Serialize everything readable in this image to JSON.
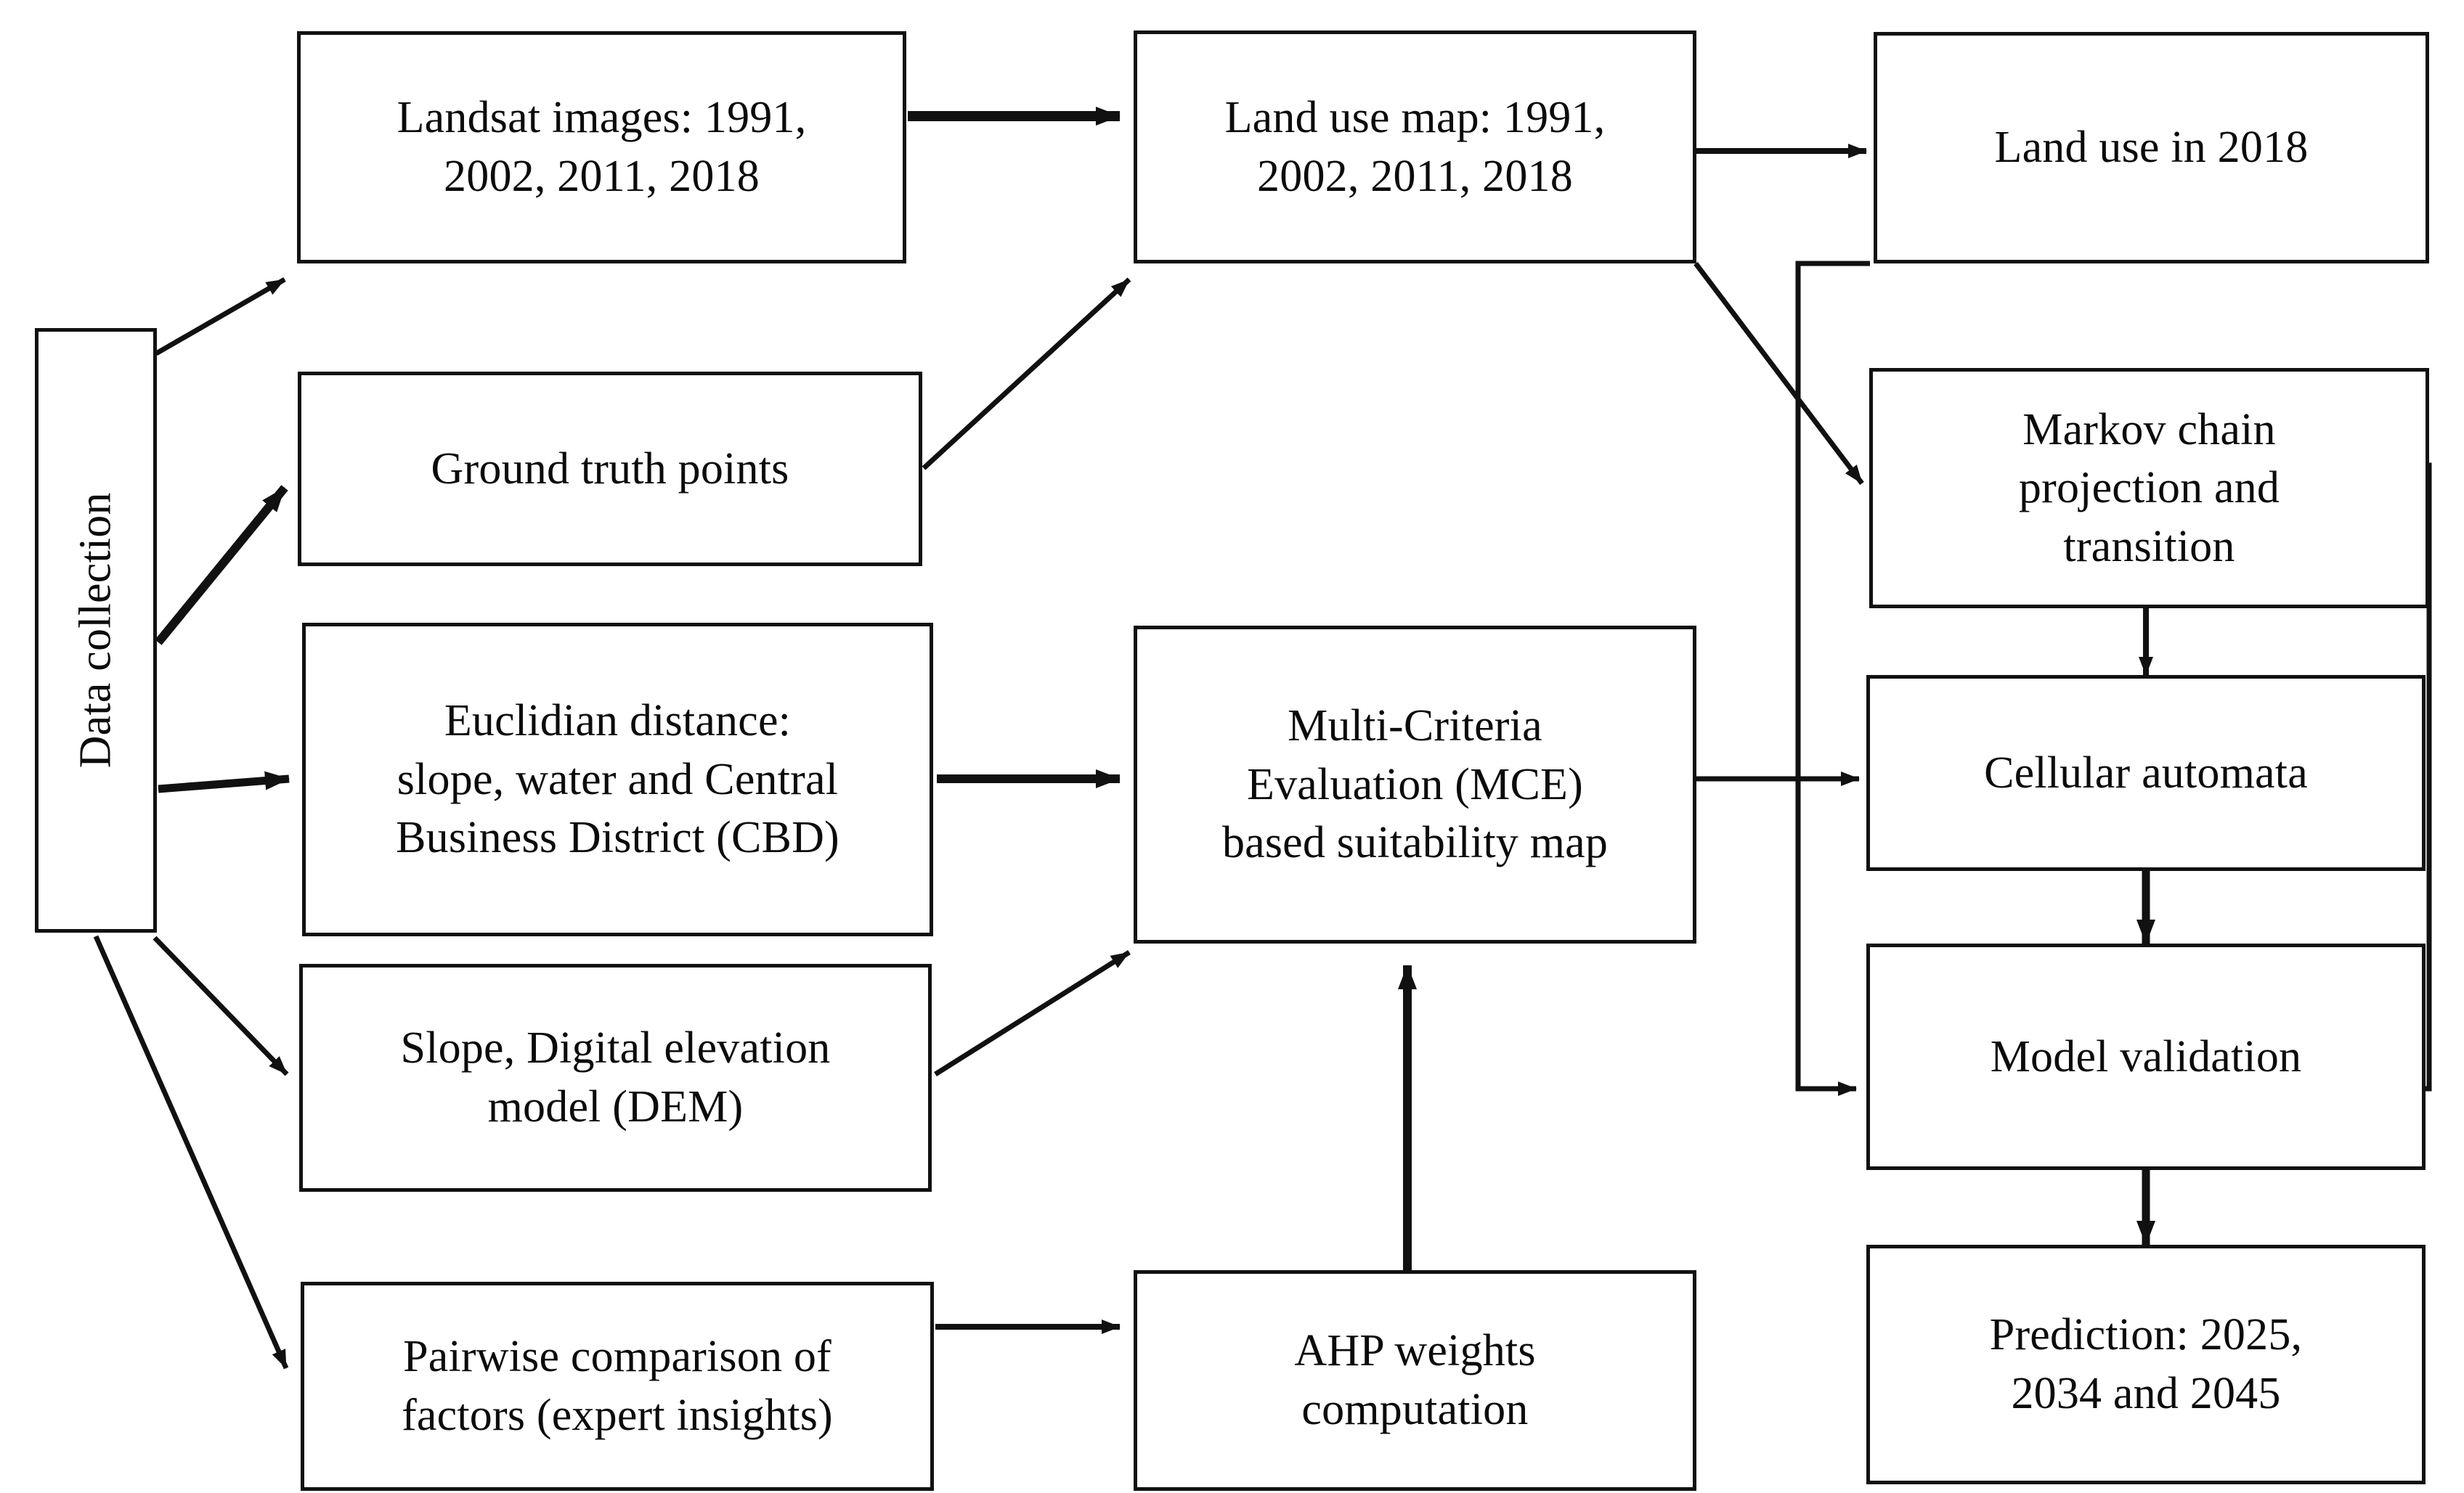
{
  "diagram": {
    "type": "flowchart",
    "title": "Land use change modelling methodology flowchart",
    "background_color": "#ffffff",
    "line_color": "#111111",
    "text_color": "#0b0b0b"
  },
  "nodes": {
    "data_collection": {
      "label": "Data collection",
      "orientation": "vertical"
    },
    "landsat_images": {
      "label": "Landsat images: 1991,\n2002, 2011, 2018"
    },
    "ground_truth_points": {
      "label": "Ground truth points"
    },
    "euclidian_distance": {
      "label": "Euclidian distance:\nslope, water and Central\nBusiness District (CBD)"
    },
    "slope_dem": {
      "label": "Slope, Digital elevation\nmodel (DEM)"
    },
    "pairwise_comparison": {
      "label": "Pairwise comparison of\nfactors (expert insights)"
    },
    "land_use_map": {
      "label": "Land use map:  1991,\n2002, 2011, 2018"
    },
    "mce_suitability_map": {
      "label": "Multi-Criteria\nEvaluation (MCE)\nbased suitability map"
    },
    "ahp_weights": {
      "label": "AHP weights\ncomputation"
    },
    "land_use_2018": {
      "label": "Land use in 2018"
    },
    "markov_chain": {
      "label": "Markov chain\nprojection and\ntransition"
    },
    "cellular_automata": {
      "label": "Cellular automata"
    },
    "model_validation": {
      "label": "Model validation"
    },
    "prediction": {
      "label": "Prediction: 2025,\n2034 and 2045"
    }
  },
  "edges": [
    {
      "from": "data_collection",
      "to": "landsat_images",
      "style": "thin-diagonal"
    },
    {
      "from": "data_collection",
      "to": "ground_truth_points",
      "style": "thick-diagonal"
    },
    {
      "from": "data_collection",
      "to": "euclidian_distance",
      "style": "thick-horizontal"
    },
    {
      "from": "data_collection",
      "to": "slope_dem",
      "style": "thin-diagonal"
    },
    {
      "from": "data_collection",
      "to": "pairwise_comparison",
      "style": "thin-diagonal"
    },
    {
      "from": "landsat_images",
      "to": "land_use_map",
      "style": "thick-horizontal"
    },
    {
      "from": "ground_truth_points",
      "to": "land_use_map",
      "style": "thin-diagonal"
    },
    {
      "from": "land_use_map",
      "to": "land_use_2018",
      "style": "thin-horizontal"
    },
    {
      "from": "land_use_map",
      "to": "markov_chain",
      "style": "thin-diagonal"
    },
    {
      "from": "euclidian_distance",
      "to": "mce_suitability_map",
      "style": "thick-horizontal"
    },
    {
      "from": "slope_dem",
      "to": "mce_suitability_map",
      "style": "thin-diagonal"
    },
    {
      "from": "pairwise_comparison",
      "to": "ahp_weights",
      "style": "thin-horizontal"
    },
    {
      "from": "ahp_weights",
      "to": "mce_suitability_map",
      "style": "thick-vertical"
    },
    {
      "from": "mce_suitability_map",
      "to": "cellular_automata",
      "style": "thin-horizontal"
    },
    {
      "from": "markov_chain",
      "to": "cellular_automata",
      "style": "thin-vertical"
    },
    {
      "from": "cellular_automata",
      "to": "model_validation",
      "style": "thick-vertical"
    },
    {
      "from": "model_validation",
      "to": "prediction",
      "style": "thick-vertical"
    },
    {
      "from": "land_use_2018",
      "to": "model_validation",
      "style": "orthogonal-left"
    },
    {
      "from": "model_validation",
      "to": "markov_chain",
      "style": "orthogonal-right-feedback"
    }
  ]
}
